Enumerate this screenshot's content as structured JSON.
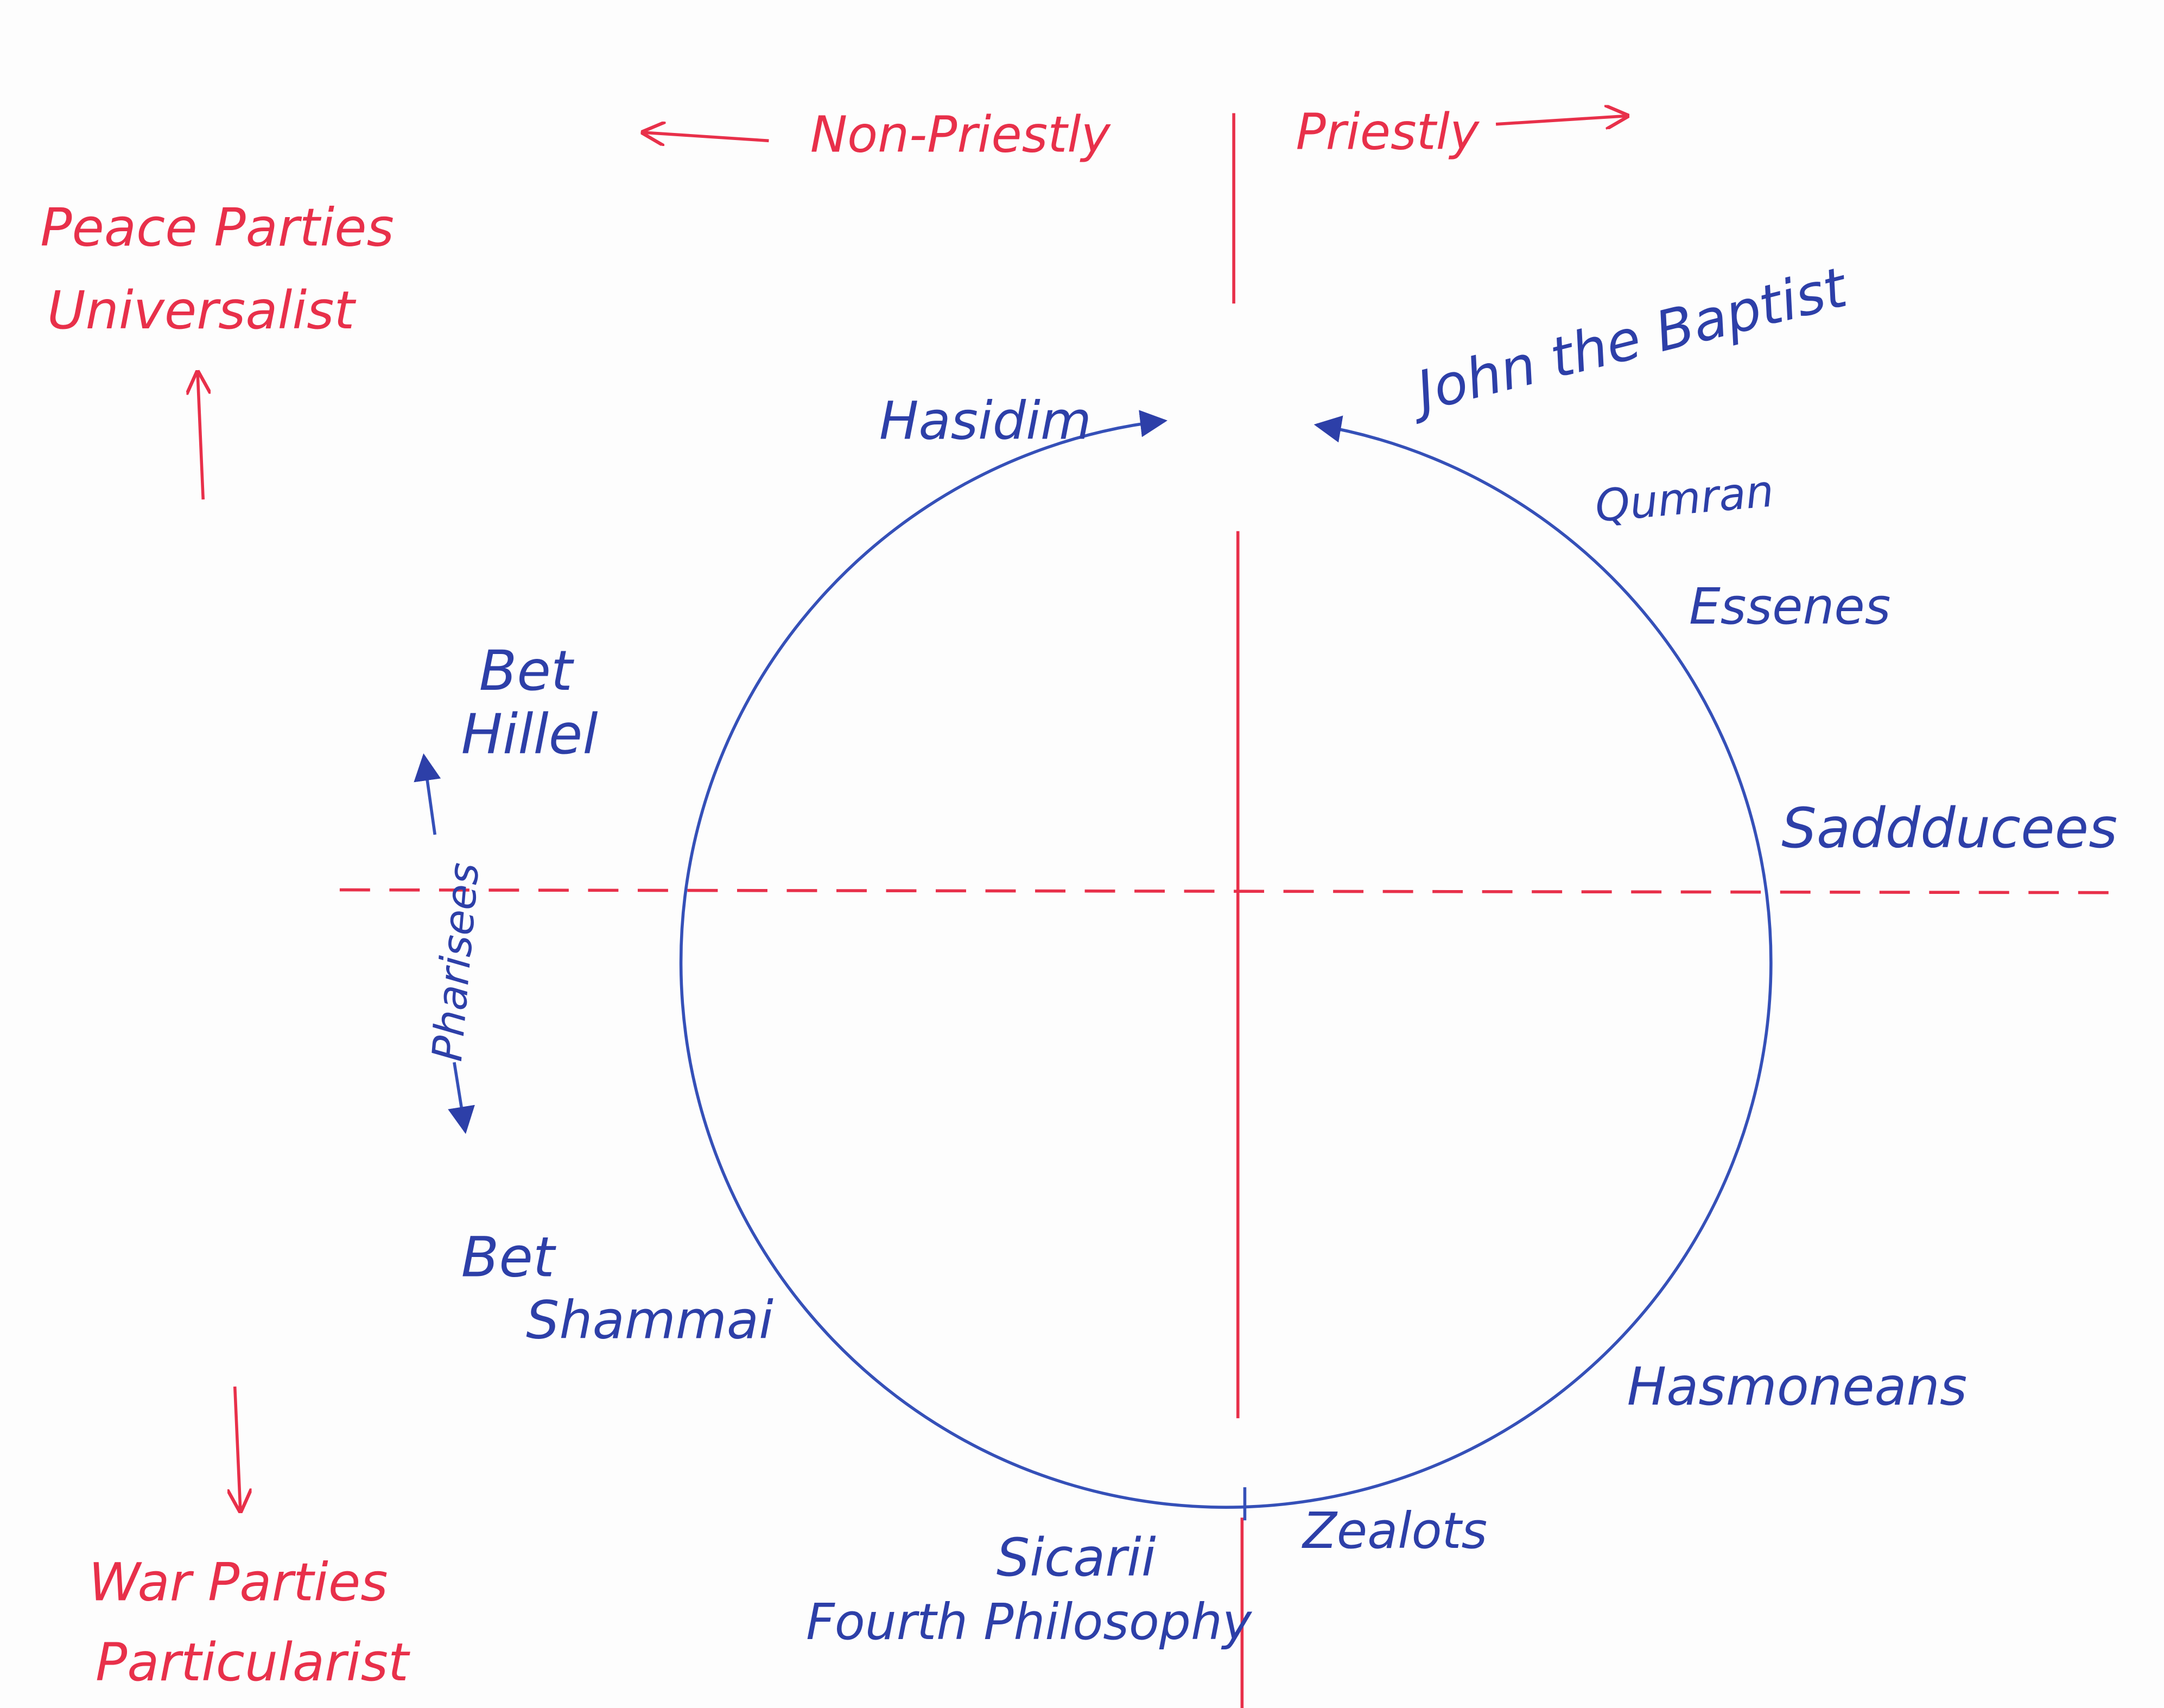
{
  "axes": {
    "left_label": "Non-Priestly",
    "right_label": "Priestly",
    "top_label_1": "Peace Parties",
    "top_label_2": "Universalist",
    "bottom_label_1": "War Parties",
    "bottom_label_2": "Particularist"
  },
  "groups": {
    "hasidim": "Hasidim",
    "john_the_baptist": "John the Baptist",
    "qumran": "Qumran",
    "essenes": "Essenes",
    "saddducees": "Saddducees",
    "hasmoneans": "Hasmoneans",
    "zealots": "Zealots",
    "sicarii": "Sicarii",
    "fourth_philosophy": "Fourth Philosophy",
    "bet_shammai_1": "Bet",
    "bet_shammai_2": "Shammai",
    "bet_hillel_1": "Bet",
    "bet_hillel_2": "Hillel",
    "pharisees": "Pharisees"
  },
  "colors": {
    "axis": "#e8304a",
    "groups": "#2d3fa8"
  }
}
